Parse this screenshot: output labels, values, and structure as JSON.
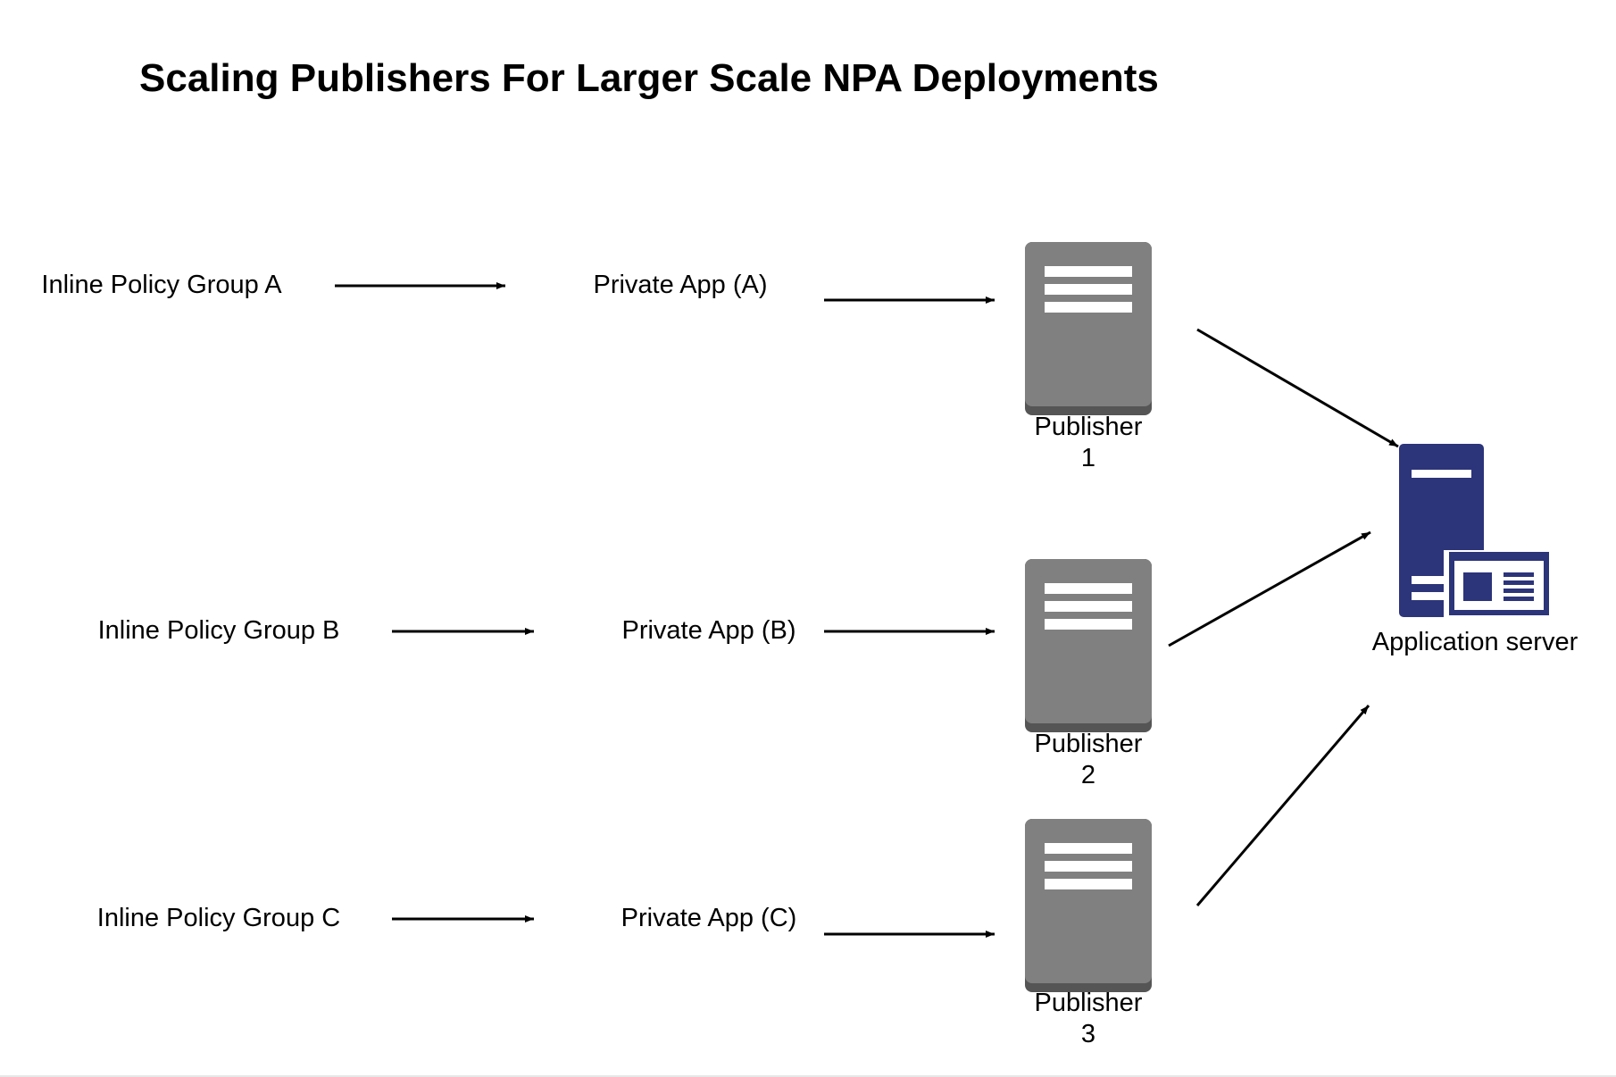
{
  "diagram": {
    "title": "Scaling Publishers For Larger Scale NPA Deployments",
    "policy_groups": [
      {
        "label": "Inline Policy Group A"
      },
      {
        "label": "Inline Policy Group B"
      },
      {
        "label": "Inline Policy Group C"
      }
    ],
    "private_apps": [
      {
        "label": "Private App (A)"
      },
      {
        "label": "Private App (B)"
      },
      {
        "label": "Private App (C)"
      }
    ],
    "publishers": [
      {
        "name": "Publisher",
        "number": "1"
      },
      {
        "name": "Publisher",
        "number": "2"
      },
      {
        "name": "Publisher",
        "number": "3"
      }
    ],
    "application_server": {
      "label": "Application server"
    },
    "colors": {
      "publisher_body": "#808080",
      "publisher_base": "#555555",
      "server_blue": "#2c347a",
      "arrow": "#000000"
    },
    "icons": {
      "publisher": "server-icon",
      "application_server": "application-server-icon"
    }
  }
}
